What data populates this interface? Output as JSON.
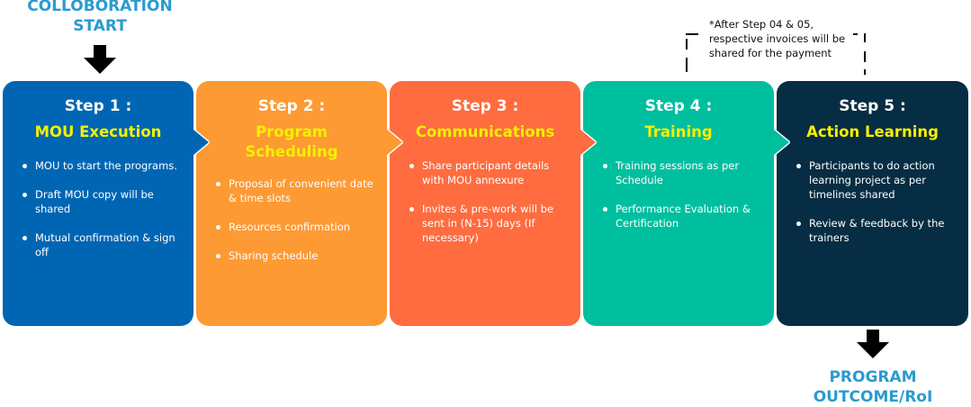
{
  "start_label": [
    "COLLOBORATION",
    "START"
  ],
  "end_label": [
    "PROGRAM",
    "OUTCOME/RoI"
  ],
  "note": {
    "lines": [
      "*After Step 04 & 05,",
      "respective invoices will be",
      "shared for the payment"
    ]
  },
  "steps": [
    {
      "number": "Step 1 :",
      "title": "MOU Execution",
      "color": "#0066b3",
      "bullets": [
        "MOU to start the programs.",
        "Draft MOU copy will be shared",
        "Mutual confirmation & sign off"
      ]
    },
    {
      "number": "Step 2 :",
      "title": "Program Scheduling",
      "color": "#fd9a33",
      "bullets": [
        "Proposal of  convenient date & time slots",
        "Resources confirmation",
        "Sharing schedule"
      ]
    },
    {
      "number": "Step 3 :",
      "title": "Communications",
      "color": "#fe6c40",
      "bullets": [
        "Share participant details with MOU annexure",
        "Invites & pre-work will be sent in (N-15) days (If necessary)"
      ]
    },
    {
      "number": "Step 4 :",
      "title": "Training",
      "color": "#00bf9f",
      "bullets": [
        "Training sessions as per Schedule",
        "Performance Evaluation & Certification"
      ]
    },
    {
      "number": "Step 5 :",
      "title": "Action Learning",
      "color": "#062d43",
      "bullets": [
        "Participants to do action learning project as per timelines shared",
        "Review & feedback by the trainers"
      ]
    }
  ]
}
